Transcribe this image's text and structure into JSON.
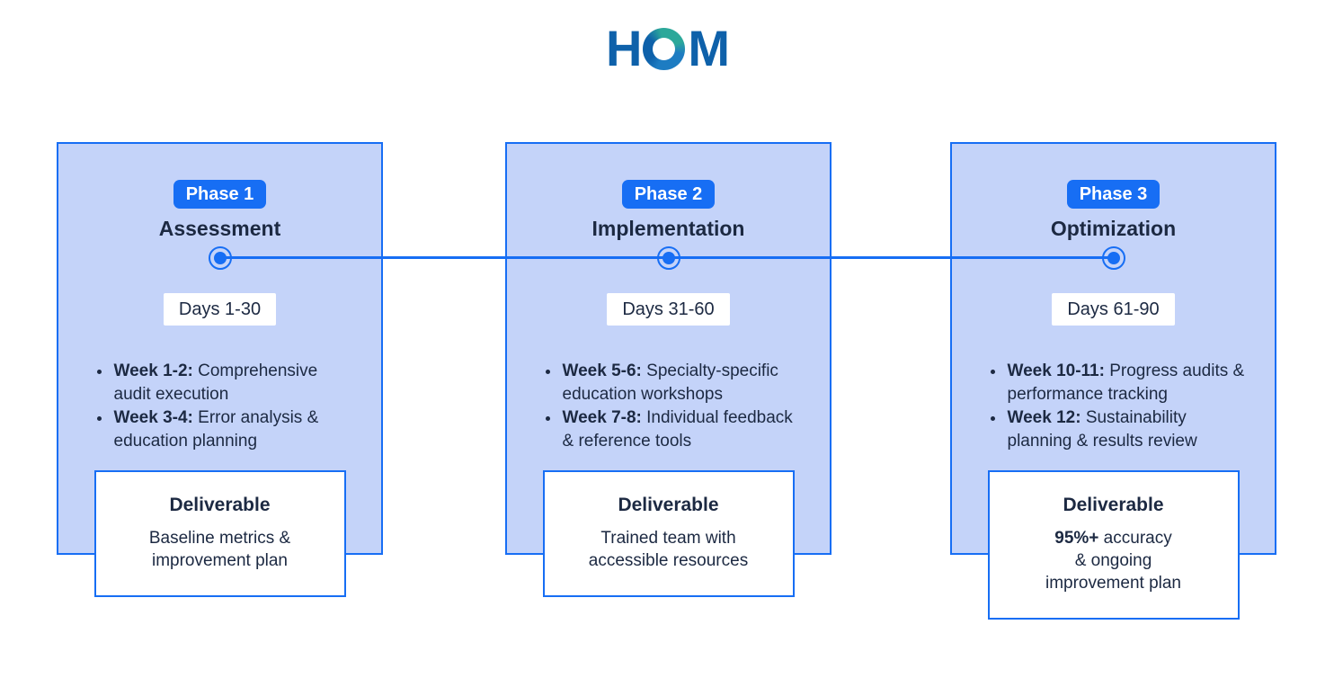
{
  "logo": {
    "left": "H",
    "right": "M"
  },
  "colors": {
    "accent": "#176ef4",
    "card_bg": "#c4d3f9",
    "dark": "#1c2942",
    "logo_blue": "#0e61aa",
    "logo_teal": "#2ca89a"
  },
  "phases": [
    {
      "badge": "Phase 1",
      "title": "Assessment",
      "days": "Days 1-30",
      "bullets": [
        {
          "label": "Week 1-2:",
          "text": "Comprehensive audit execution"
        },
        {
          "label": "Week 3-4:",
          "text": "Error analysis & education planning"
        }
      ],
      "deliverable": {
        "title": "Deliverable",
        "lines": [
          {
            "b": "",
            "t": "Baseline metrics &"
          },
          {
            "b": "",
            "t": "improvement plan"
          }
        ]
      }
    },
    {
      "badge": "Phase 2",
      "title": "Implementation",
      "days": "Days 31-60",
      "bullets": [
        {
          "label": "Week 5-6:",
          "text": "Specialty-specific education workshops"
        },
        {
          "label": "Week 7-8:",
          "text": "Individual feedback & reference tools"
        }
      ],
      "deliverable": {
        "title": "Deliverable",
        "lines": [
          {
            "b": "",
            "t": "Trained team with"
          },
          {
            "b": "",
            "t": "accessible resources"
          }
        ]
      }
    },
    {
      "badge": "Phase 3",
      "title": "Optimization",
      "days": "Days 61-90",
      "bullets": [
        {
          "label": "Week 10-11:",
          "text": "Progress audits & performance tracking"
        },
        {
          "label": "Week 12:",
          "text": "Sustainability planning & results review"
        }
      ],
      "deliverable": {
        "title": "Deliverable",
        "lines": [
          {
            "b": "95%+",
            "t": " accuracy"
          },
          {
            "b": "",
            "t": "& ongoing"
          },
          {
            "b": "",
            "t": "improvement plan"
          }
        ]
      }
    }
  ]
}
